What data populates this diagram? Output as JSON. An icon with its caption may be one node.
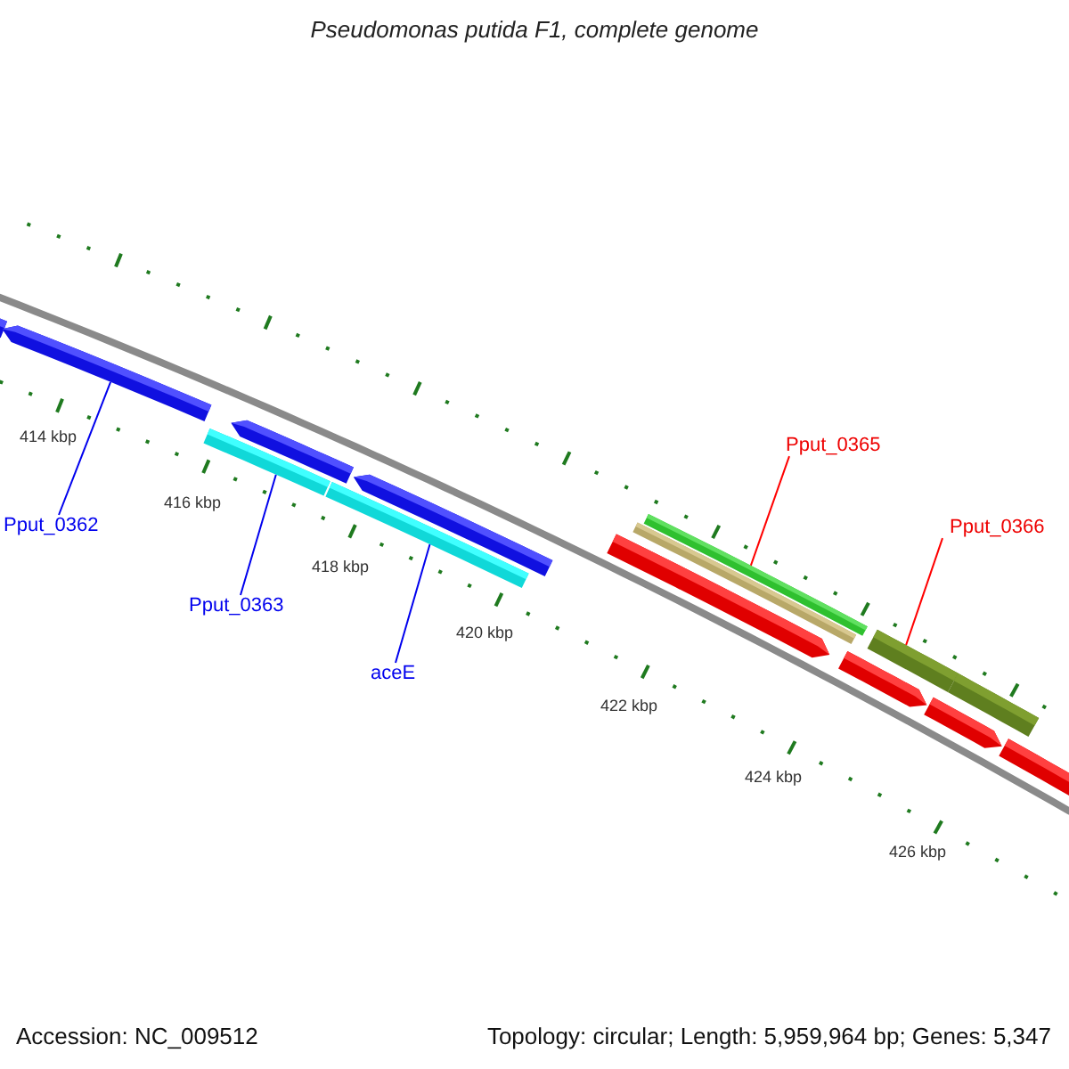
{
  "diagram": {
    "title": "Pseudomonas putida F1, complete genome",
    "nodes": [
      {
        "text": [
          "Pput_0362"
        ]
      },
      {
        "text": [
          "Pput_0363"
        ]
      },
      {
        "text": [
          "aceE"
        ]
      },
      {
        "text": [
          "Pput_0365"
        ]
      },
      {
        "text": [
          "Pput_0366"
        ]
      },
      {
        "text": [],
        "shape": "bar"
      },
      {
        "text": [],
        "shape": "bar"
      },
      {
        "text": [],
        "shape": "bar"
      },
      {
        "text": [],
        "shape": "bar"
      },
      {
        "text": [],
        "shape": "bar"
      },
      {
        "text": [],
        "shape": "bar"
      },
      {
        "text": [],
        "shape": "bar"
      },
      {
        "text": [],
        "shape": "bar"
      },
      {
        "text": [],
        "shape": "bar"
      },
      {
        "text": [],
        "shape": "bar"
      },
      {
        "text": [],
        "shape": "bar"
      },
      {
        "text": [],
        "shape": "bar"
      },
      {
        "text": [],
        "shape": "bar"
      },
      {
        "text": [],
        "shape": "bar"
      }
    ],
    "edges": [
      {
        "from": 0,
        "to": 6,
        "arrow": "none"
      },
      {
        "from": 1,
        "to": 9,
        "arrow": "none"
      },
      {
        "from": 2,
        "to": 10,
        "arrow": "none"
      },
      {
        "from": 3,
        "to": 11,
        "arrow": "none",
        "color": "#ff0000"
      },
      {
        "from": 4,
        "to": 14,
        "arrow": "none",
        "color": "#ff0000"
      }
    ],
    "labels": [
      "414 kbp",
      "416 kbp",
      "418 kbp",
      "420 kbp",
      "422 kbp",
      "424 kbp",
      "426 kbp",
      "Accession: NC_009512",
      "Topology: circular; Length: 5,959,964 bp; Genes: 5,347"
    ]
  }
}
